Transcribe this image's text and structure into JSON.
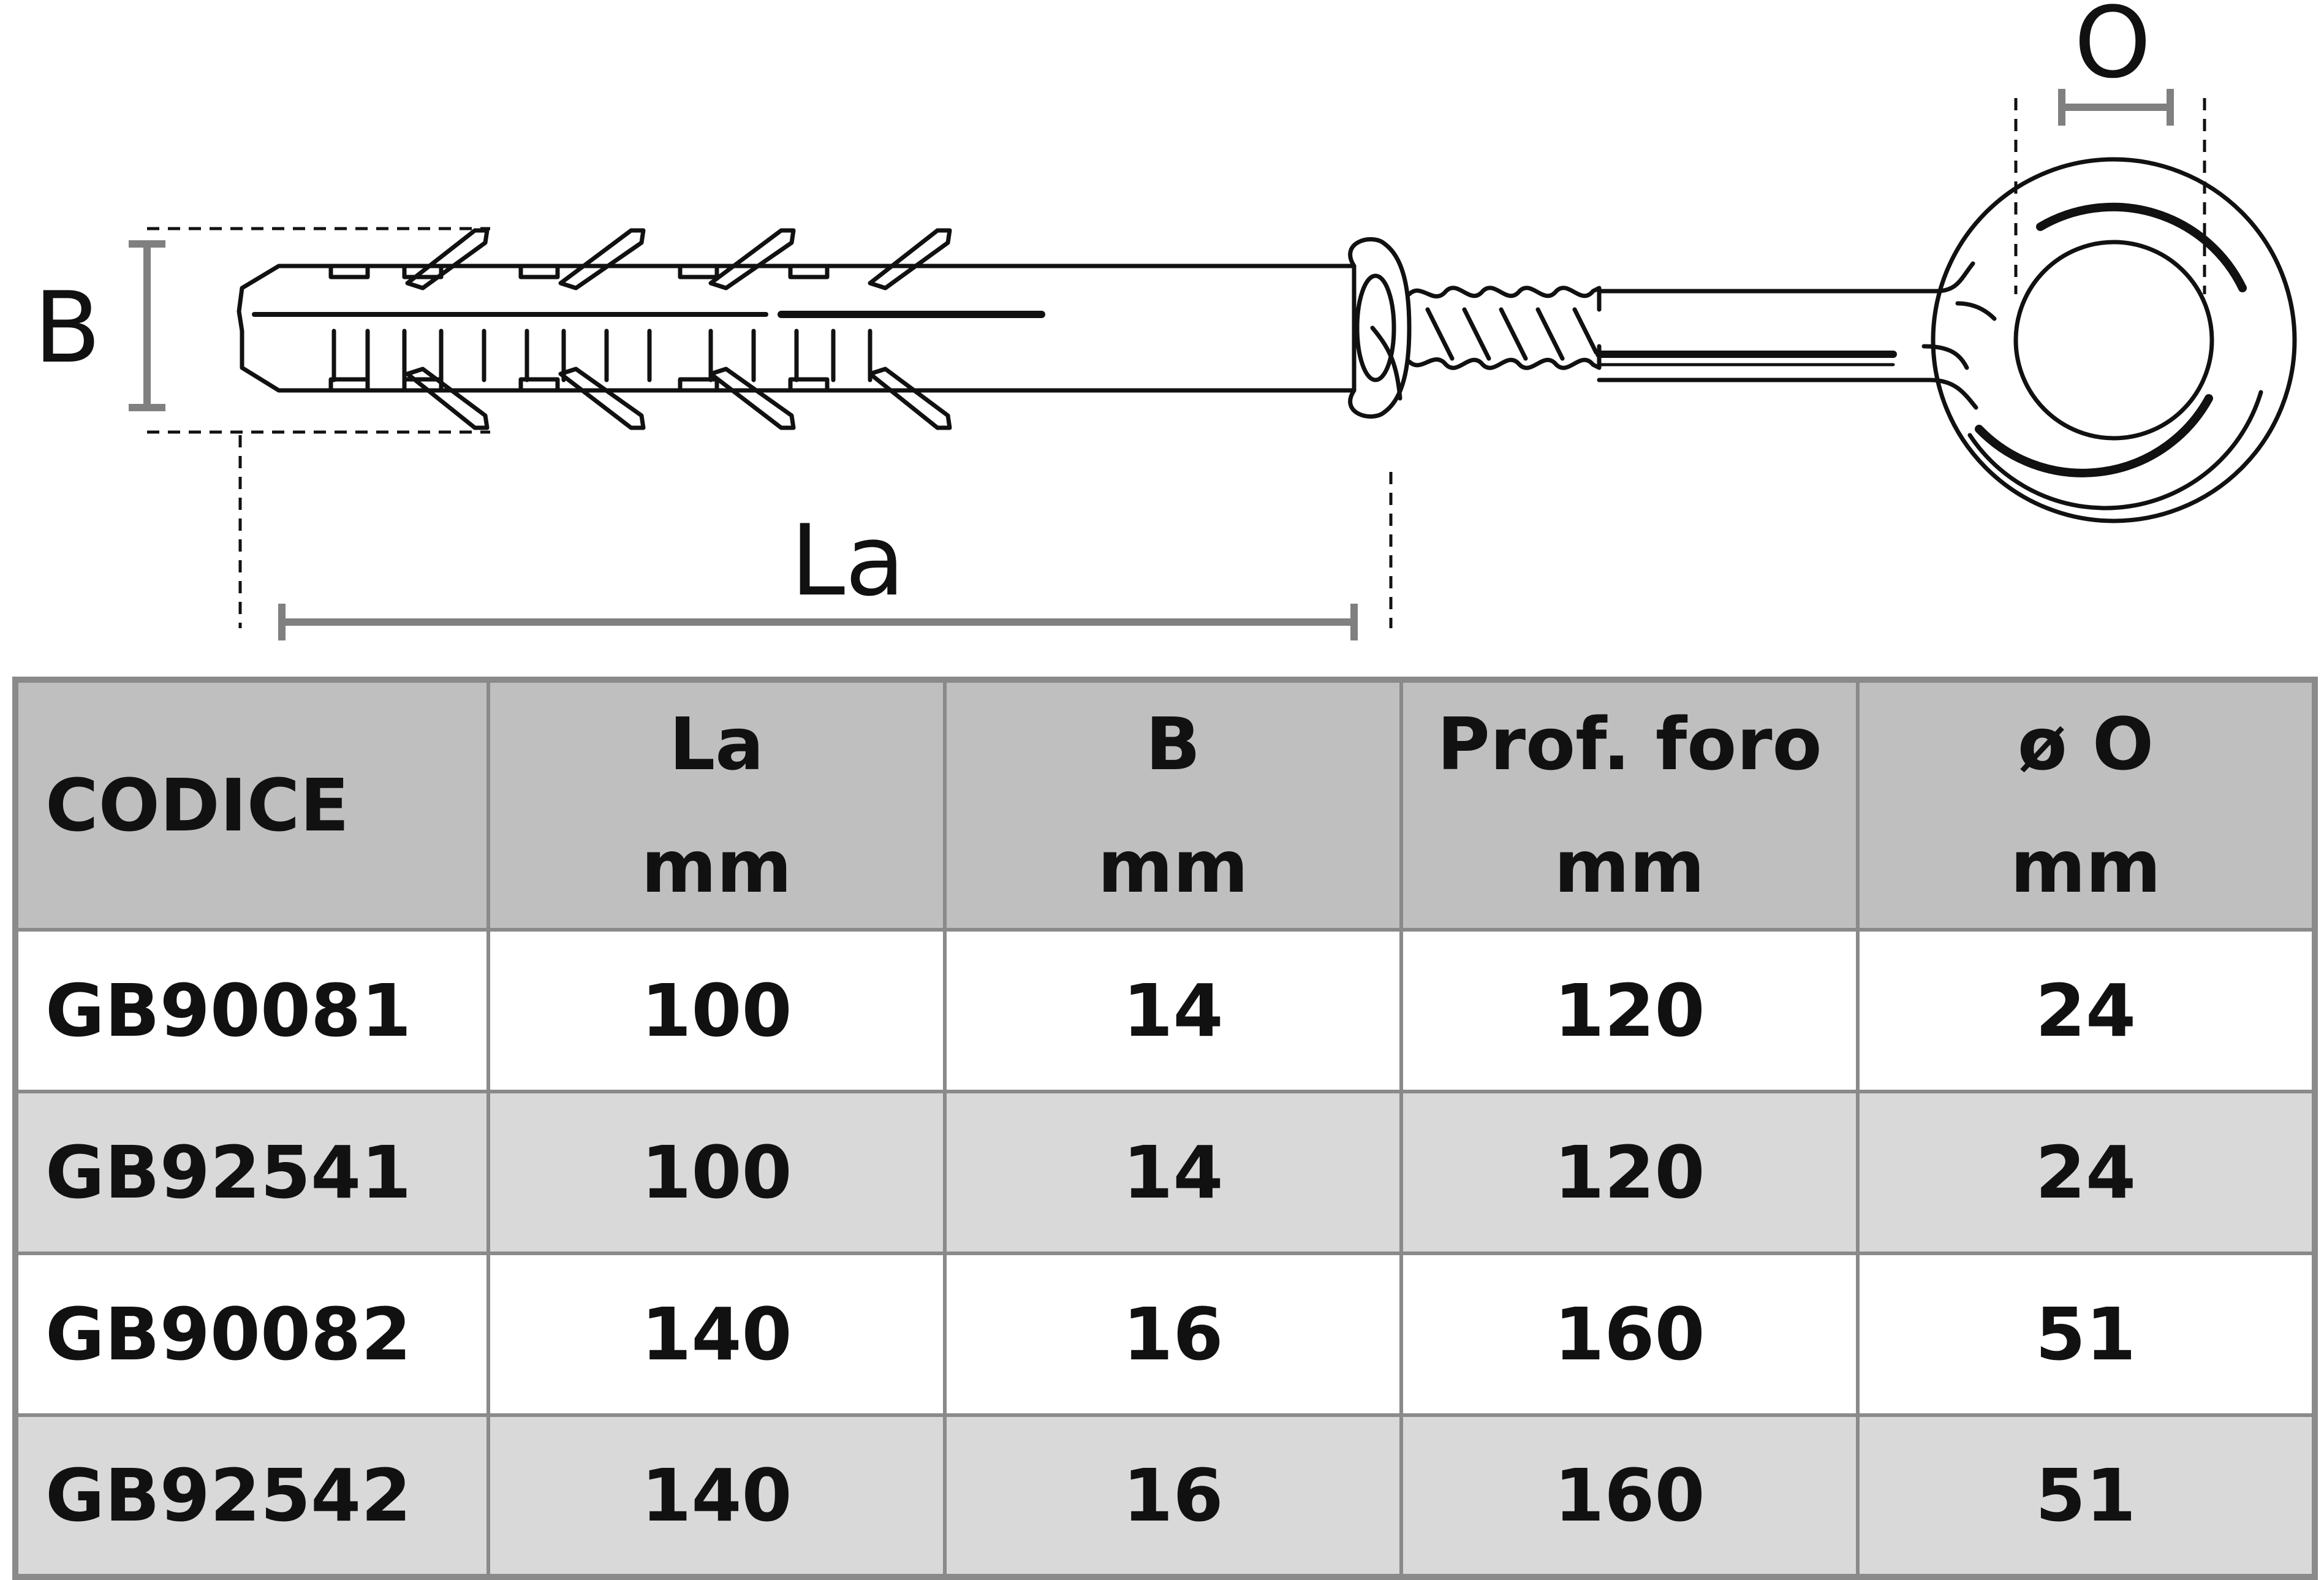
{
  "diagram": {
    "labels": {
      "b": "B",
      "la": "La",
      "o": "O"
    }
  },
  "table": {
    "columns": [
      {
        "line1": "CODICE",
        "line2": ""
      },
      {
        "line1": "La",
        "line2": "mm"
      },
      {
        "line1": "B",
        "line2": "mm"
      },
      {
        "line1": "Prof. foro",
        "line2": "mm"
      },
      {
        "line1": "ø O",
        "line2": "mm"
      }
    ],
    "rows": [
      [
        "GB90081",
        "100",
        "14",
        "120",
        "24"
      ],
      [
        "GB92541",
        "100",
        "14",
        "120",
        "24"
      ],
      [
        "GB90082",
        "140",
        "16",
        "160",
        "51"
      ],
      [
        "GB92542",
        "140",
        "16",
        "160",
        "51"
      ]
    ]
  },
  "colors": {
    "header_bg": "#bfbfbf",
    "row_alt_bg": "#d9d9d9",
    "border": "#8a8a8a",
    "dimension_line": "#808080"
  }
}
